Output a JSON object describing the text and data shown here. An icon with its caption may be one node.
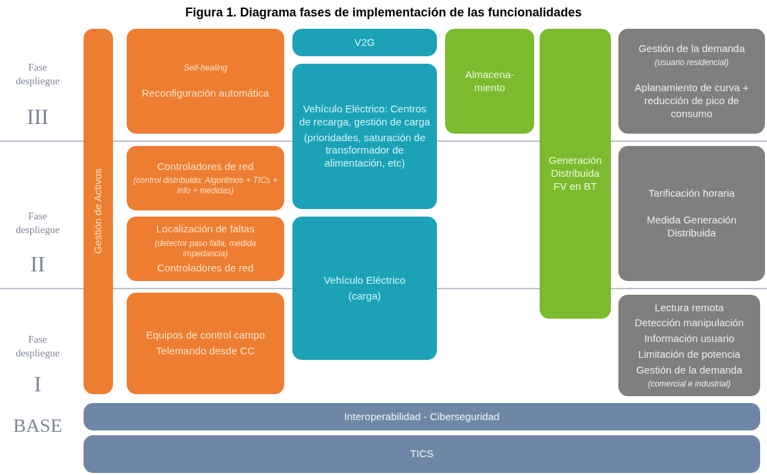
{
  "diagram": {
    "title": "Figura 1. Diagrama fases de implementación de las funcionalidades",
    "nodes": [
      {
        "text": [
          "Gestión de Activos"
        ]
      },
      {
        "text": [
          "Self-healing",
          "Reconfiguración automática"
        ]
      },
      {
        "text": [
          "V2G"
        ]
      },
      {
        "text": [
          "Vehículo Eléctrico: Centros de recarga, gestión de carga",
          "(prioridades, saturación de transformador de alimentación, etc)"
        ]
      },
      {
        "text": [
          "Almacena-miento"
        ]
      },
      {
        "text": [
          "Generación Distribuida FV en BT"
        ]
      },
      {
        "text": [
          "Gestión de la demanda",
          "(usuario residencial)",
          "Aplanamiento de curva + reducción de pico de consumo"
        ]
      },
      {
        "text": [
          "Controladores de red",
          "(control distribuido: Algoritmos + TICs + info + medidas)"
        ]
      },
      {
        "text": [
          "Tarificación horaria",
          "Medida Generación Distribuida"
        ]
      },
      {
        "text": [
          "Localización de faltas",
          "(detector paso falla, medida impedancia)",
          "Controladores de red"
        ]
      },
      {
        "text": [
          "Vehículo Eléctrico",
          "(carga)"
        ]
      },
      {
        "text": [
          "Equipos de control campo",
          "Telemando desde CC"
        ]
      },
      {
        "text": [
          "Lectura remota",
          "Detección manipulación",
          "Información usuario",
          "Limitación de potencia",
          "Gestión de la demanda",
          "(comercial e industrial)"
        ]
      },
      {
        "text": [
          "Interoperabilidad - Ciberseguridad"
        ]
      },
      {
        "text": [
          "TICS"
        ]
      }
    ],
    "edges": [],
    "labels": [
      "Fase despliegue",
      "III",
      "Fase despliegue",
      "II",
      "Fase despliegue",
      "I",
      "BASE"
    ]
  }
}
